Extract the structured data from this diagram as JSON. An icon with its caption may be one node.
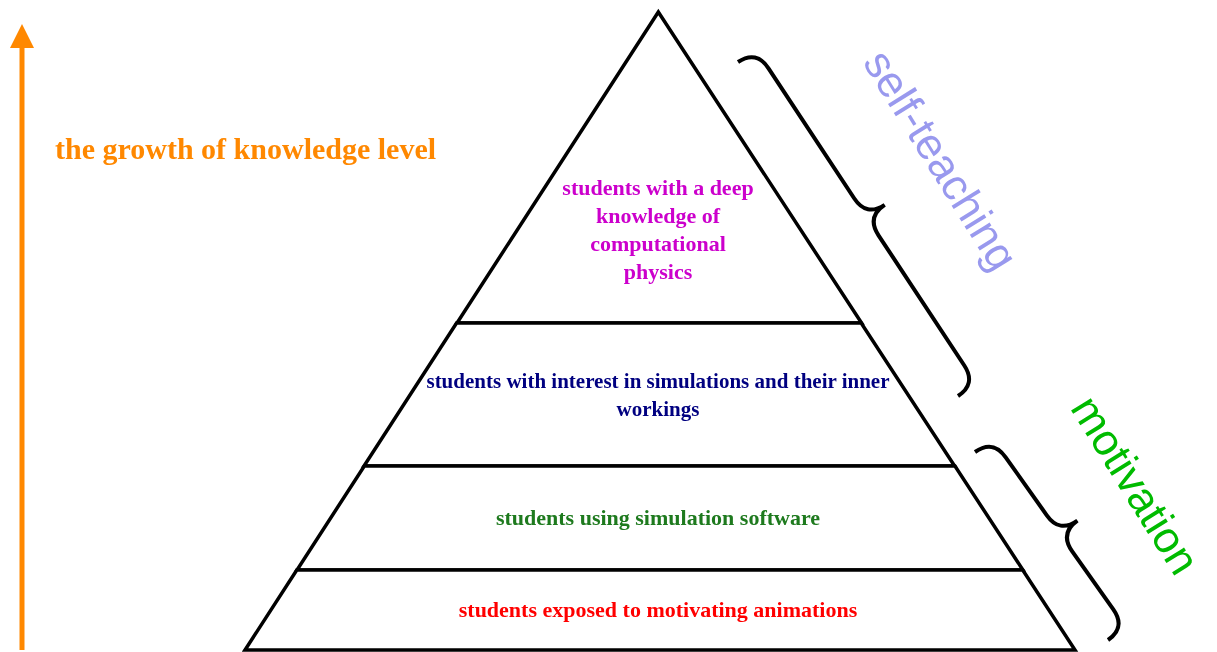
{
  "diagram": {
    "nodes": [
      {
        "text": [
          "students with a deep knowledge of computational physics"
        ]
      },
      {
        "text": [
          "students with interest in simulations and their inner workings"
        ]
      },
      {
        "text": [
          "students using simulation software"
        ]
      },
      {
        "text": [
          "students exposed to motivating animations"
        ]
      }
    ],
    "edges": [],
    "labels": [
      "the growth of knowledge level",
      "self-teaching",
      "motivation"
    ]
  }
}
